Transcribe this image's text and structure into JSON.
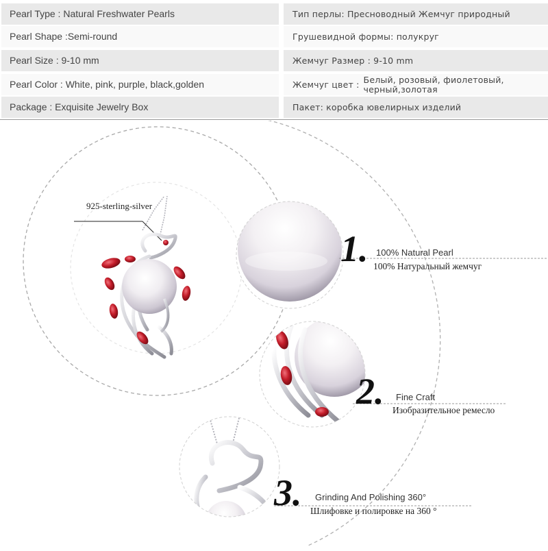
{
  "specs": [
    {
      "en": "Pearl Type : Natural Freshwater Pearls",
      "ru": "Тип перлы: Пресноводный Жемчуг природный"
    },
    {
      "en": "Pearl Shape :Semi-round",
      "ru": "Грушевидной формы: полукруг"
    },
    {
      "en": "Pearl Size : 9-10 mm",
      "ru": "Жемчуг Размер : 9-10 mm"
    },
    {
      "en": "Pearl Color : White, pink, purple, black,golden",
      "ru_label": "Жемчуг цвет :",
      "ru_value_1": "Белый, розовый, фиолетовый,",
      "ru_value_2": "черный,золотая"
    },
    {
      "en": "Package : Exquisite Jewelry Box",
      "ru": "Пакет: коробка ювелирных изделий"
    }
  ],
  "material_label": "925-sterling-silver",
  "features": [
    {
      "number": "1.",
      "en": "100% Natural Pearl",
      "ru": "100% Натуральный жемчуг"
    },
    {
      "number": "2.",
      "en": "Fine Craft",
      "ru": "Изобразительное ремесло"
    },
    {
      "number": "3.",
      "en": "Grinding And Polishing 360°",
      "ru": "Шлифовке и полировке на 360 °"
    }
  ],
  "colors": {
    "ruby": "#c0202a",
    "silver": "#d8d8de",
    "pearl": "#f1eef2"
  }
}
